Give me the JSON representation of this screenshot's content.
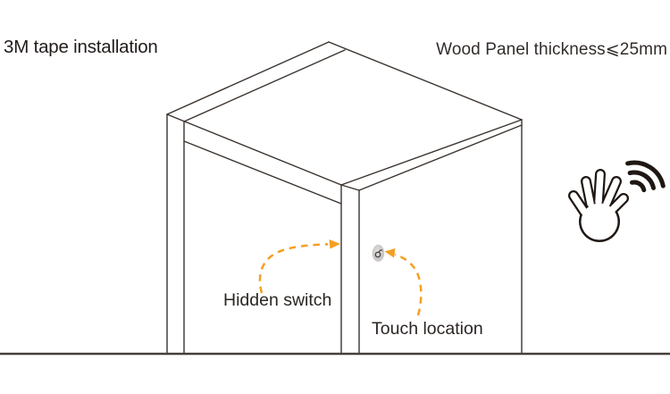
{
  "title": "3M tape installation",
  "panel_note": "Wood Panel thickness⩽25mm",
  "labels": {
    "hidden_switch": "Hidden switch",
    "touch_location": "Touch location"
  },
  "icons": {
    "hand": "waving-hand-with-wireless-signal-icon",
    "sensor": "touch-sensor-dot-icon",
    "arrows": "orange-dashed-callout-arrows"
  },
  "diagram": {
    "type": "isometric-cabinet-installation-guide",
    "subject": "hidden touch switch mounted behind wood panel with 3M tape",
    "callouts": [
      {
        "label": "Hidden switch",
        "points_to": "front edge of cabinet side panel"
      },
      {
        "label": "Touch location",
        "points_to": "gray sensor dot on cabinet door"
      }
    ]
  },
  "colors": {
    "accent": "#F59F21",
    "line": "#3B332E",
    "text": "#211C1A",
    "ground": "#45403C",
    "sensor": "#C7C4C4",
    "icon": "#1F1713",
    "background": "#FFFFFF"
  }
}
